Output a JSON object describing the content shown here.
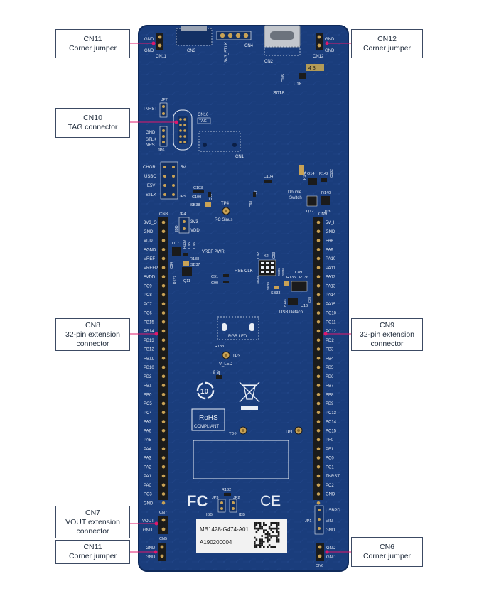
{
  "colors": {
    "board": "#1a3d7c",
    "board_dark": "#133064",
    "silk": "#e9eef6",
    "pad": "#c9a255",
    "header": "#1b1b1b",
    "callout_border": "#3c4a63",
    "leader": "#e0186c"
  },
  "callouts": {
    "cn11_top": {
      "line1": "CN11",
      "line2": "Corner jumper"
    },
    "cn12": {
      "line1": "CN12",
      "line2": "Corner jumper"
    },
    "cn10": {
      "line1": "CN10",
      "line2": "TAG connector"
    },
    "cn8": {
      "line1": "CN8",
      "line2": "32-pin extension",
      "line3": "connector"
    },
    "cn9": {
      "line1": "CN9",
      "line2": "32-pin extension",
      "line3": "connector"
    },
    "cn7": {
      "line1": "CN7",
      "line2": "VOUT extension",
      "line3": "connector"
    },
    "cn11_bottom": {
      "line1": "CN11",
      "line2": "Corner jumper"
    },
    "cn6": {
      "line1": "CN6",
      "line2": "Corner jumper"
    }
  },
  "silkscreen": {
    "top": {
      "cn3": "CN3",
      "cn4": "CN4",
      "cn2": "CN2",
      "cn11": "CN11",
      "cn12": "CN12",
      "v3v3_stlk": "3V3_STLK",
      "gnd": "GND",
      "c105": "C105",
      "u18": "U18",
      "s018": "S018",
      "badge": "4 3"
    },
    "jp7": {
      "tnrst": "TNRST",
      "jp7": "JP7"
    },
    "cn10": {
      "label": "CN10",
      "tag": "TAG"
    },
    "jp6": {
      "gnd": "GND",
      "stlk": "STLK",
      "nrst": "NRST",
      "jp6": "JP6"
    },
    "cn1": "CN1",
    "jp5": {
      "chgr": "CHGR",
      "usbc": "USBC",
      "e5v": "E5V",
      "stlk": "STLK",
      "v5": "5V",
      "jp5": "JP5"
    },
    "mid": {
      "c103": "C103",
      "c100": "C100",
      "c99": "C99",
      "sb38": "SB38",
      "c101": "C101",
      "c98": "C98",
      "c104": "C104",
      "tp4": "TP4",
      "rc_sinus": "RC Sinus",
      "r141": "R141",
      "q14": "Q14",
      "r142": "R142",
      "c102": "C102",
      "double_switch_1": "Double",
      "double_switch_2": "Switch",
      "r140": "R140",
      "q12": "Q12",
      "q13": "Q13"
    },
    "jp4": {
      "jp4": "JP4",
      "v3v3": "3V3",
      "vdd": "VDD",
      "idd": "IDD"
    },
    "vref_pwr": {
      "u17": "U17",
      "r139": "R139",
      "c95": "C95",
      "c96": "C96",
      "label": "VREF PWR",
      "r138": "R138",
      "sb37": "SB37",
      "r137": "R137",
      "q11": "Q11",
      "c94": "C94"
    },
    "hse": {
      "c92": "C92",
      "x2": "X2",
      "c93": "C93",
      "label": "HSE CLK",
      "sb34": "SB34",
      "sb35": "SB35",
      "sb36": "SB36",
      "c91": "C91",
      "c90": "C90"
    },
    "usb": {
      "c89": "C89",
      "r135": "R135",
      "r136": "R136",
      "sb33": "SB33",
      "sb39": "SB39",
      "r134": "R134",
      "u16": "U16",
      "c86": "C86",
      "label": "USB Detach"
    },
    "rgb": {
      "label": "RGB LED",
      "r133": "R133",
      "tp3": "TP3",
      "v_led": "V_LED",
      "c86": "C86",
      "c87": "C87"
    },
    "logos": {
      "ten": "10",
      "rohs": "RoHS",
      "compliant": "COMPLIANT",
      "fc": "FC",
      "ce": "CE"
    },
    "tp2": "TP2",
    "tp1": "TP1",
    "bottom": {
      "r132": "R132",
      "jp3": "JP3",
      "jp2": "JP2",
      "ibb1": "IBB",
      "ibb2": "IBB",
      "ibb_label": "IBB",
      "board_id": "MB1428-G474-A01",
      "serial": "A190200004",
      "vout": "VOUT",
      "gnd": "GND",
      "cn7": "CN7",
      "cn5": "CN5",
      "cn6": "CN6",
      "usbpd": "USBPD",
      "jp1": "JP1",
      "vin": "VIN",
      "cn11_gnd1": "GND",
      "cn11_gnd2": "GND",
      "cn6_gnd1": "GND",
      "cn6_gnd2": "GND"
    },
    "cn8_label": "CN8",
    "cn9_label": "CN9",
    "cn11_top_gnd": [
      "GND",
      "GND"
    ],
    "cn12_gnd": [
      "GND",
      "GND"
    ]
  },
  "cn8_pins": [
    "3V3_O",
    "GND",
    "VDD",
    "AGND",
    "VREF",
    "VREFP",
    "AVDD",
    "PC9",
    "PC8",
    "PC7",
    "PC6",
    "PB15",
    "PB14",
    "PB13",
    "PB12",
    "PB11",
    "PB10",
    "PB2",
    "PB1",
    "PB0",
    "PC5",
    "PC4",
    "PA7",
    "PA6",
    "PA5",
    "PA4",
    "PA3",
    "PA2",
    "PA1",
    "PA0",
    "PC3",
    "GND"
  ],
  "cn9_pins": [
    "5V_I",
    "GND",
    "PA8",
    "PA9",
    "PA10",
    "PA11",
    "PA12",
    "PA13",
    "PA14",
    "PA15",
    "PC10",
    "PC11",
    "PC12",
    "PD2",
    "PB3",
    "PB4",
    "PB5",
    "PB6",
    "PB7",
    "PB8",
    "PB9",
    "PC13",
    "PC14",
    "PC15",
    "PF0",
    "PF1",
    "PC0",
    "PC1",
    "TNRST",
    "PC2",
    "GND"
  ]
}
